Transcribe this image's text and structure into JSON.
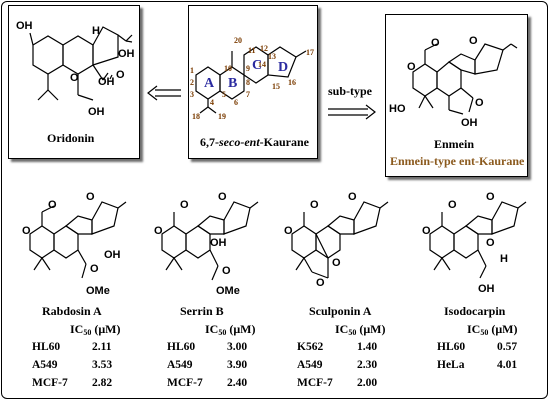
{
  "top": {
    "oridonin": {
      "name": "Oridonin",
      "atoms": {
        "oh1": "OH",
        "h": "H",
        "oh2": "OH",
        "o_keto": "O",
        "o_ether": "O",
        "oh3": "OH",
        "oh4": "OH"
      }
    },
    "kaurane": {
      "name_prefix": "6,7-",
      "name_italic": "seco-ent",
      "name_suffix": "-Kaurane",
      "rings": [
        "A",
        "B",
        "C",
        "D"
      ],
      "numbers": [
        "1",
        "2",
        "3",
        "4",
        "5",
        "6",
        "7",
        "8",
        "9",
        "10",
        "11",
        "12",
        "13",
        "14",
        "15",
        "16",
        "17",
        "18",
        "19",
        "20"
      ]
    },
    "arrow_label": "sub-type",
    "enmein": {
      "name": "Enmein",
      "subtitle": "Enmein-type ent-Kaurane",
      "subtitle_color": "#8b5a1e",
      "atoms": {
        "o1": "O",
        "o2": "O",
        "o3": "O",
        "o4": "O",
        "ho": "HO",
        "oh": "OH"
      }
    }
  },
  "compounds": [
    {
      "name": "Rabdosin A",
      "ic_label": "IC",
      "ic_sub": "50",
      "ic_unit": " (μM)",
      "rows": [
        {
          "cell": "HL60",
          "value": "2.11"
        },
        {
          "cell": "A549",
          "value": "3.53"
        },
        {
          "cell": "MCF-7",
          "value": "2.82"
        }
      ],
      "atoms": [
        "O",
        "O",
        "O",
        "O",
        "OH",
        "OMe"
      ]
    },
    {
      "name": "Serrin B",
      "ic_label": "IC",
      "ic_sub": "50",
      "ic_unit": " (μM)",
      "rows": [
        {
          "cell": "HL60",
          "value": "3.00"
        },
        {
          "cell": "A549",
          "value": "3.90"
        },
        {
          "cell": "MCF-7",
          "value": "2.40"
        }
      ],
      "atoms": [
        "O",
        "O",
        "O",
        "OH",
        "O",
        "OMe"
      ]
    },
    {
      "name": "Sculponin A",
      "ic_label": "IC",
      "ic_sub": "50",
      "ic_unit": " (μM)",
      "rows": [
        {
          "cell": "K562",
          "value": "1.40"
        },
        {
          "cell": "A549",
          "value": "2.30"
        },
        {
          "cell": "MCF-7",
          "value": "2.00"
        }
      ],
      "atoms": [
        "O",
        "O",
        "O",
        "O",
        "O"
      ]
    },
    {
      "name": "Isodocarpin",
      "ic_label": "IC",
      "ic_sub": "50",
      "ic_unit": " (μM)",
      "rows": [
        {
          "cell": "HL60",
          "value": "0.57"
        },
        {
          "cell": "HeLa",
          "value": "4.01"
        }
      ],
      "atoms": [
        "O",
        "O",
        "O",
        "O",
        "H",
        "OH"
      ]
    }
  ]
}
